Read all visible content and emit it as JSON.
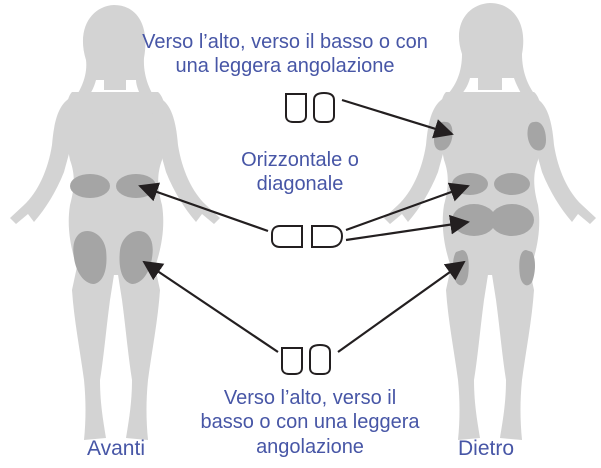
{
  "labels": {
    "top_line1": "Verso l’alto, verso il basso o con",
    "top_line2": "una leggera angolazione",
    "middle_line1": "Orizzontale o",
    "middle_line2": "diagonale",
    "bottom_line1": "Verso l’alto, verso il",
    "bottom_line2": "basso o con una leggera",
    "bottom_line3": "angolazione",
    "front": "Avanti",
    "back": "Dietro"
  },
  "colors": {
    "body_silhouette": "#d3d3d3",
    "injection_zone": "#a5a5a5",
    "text": "#4756a6",
    "arrow": "#231f20",
    "pod_outline": "#231f20"
  },
  "icons": {
    "pod": "infusion-pod-icon",
    "arrow": "arrow-icon"
  }
}
